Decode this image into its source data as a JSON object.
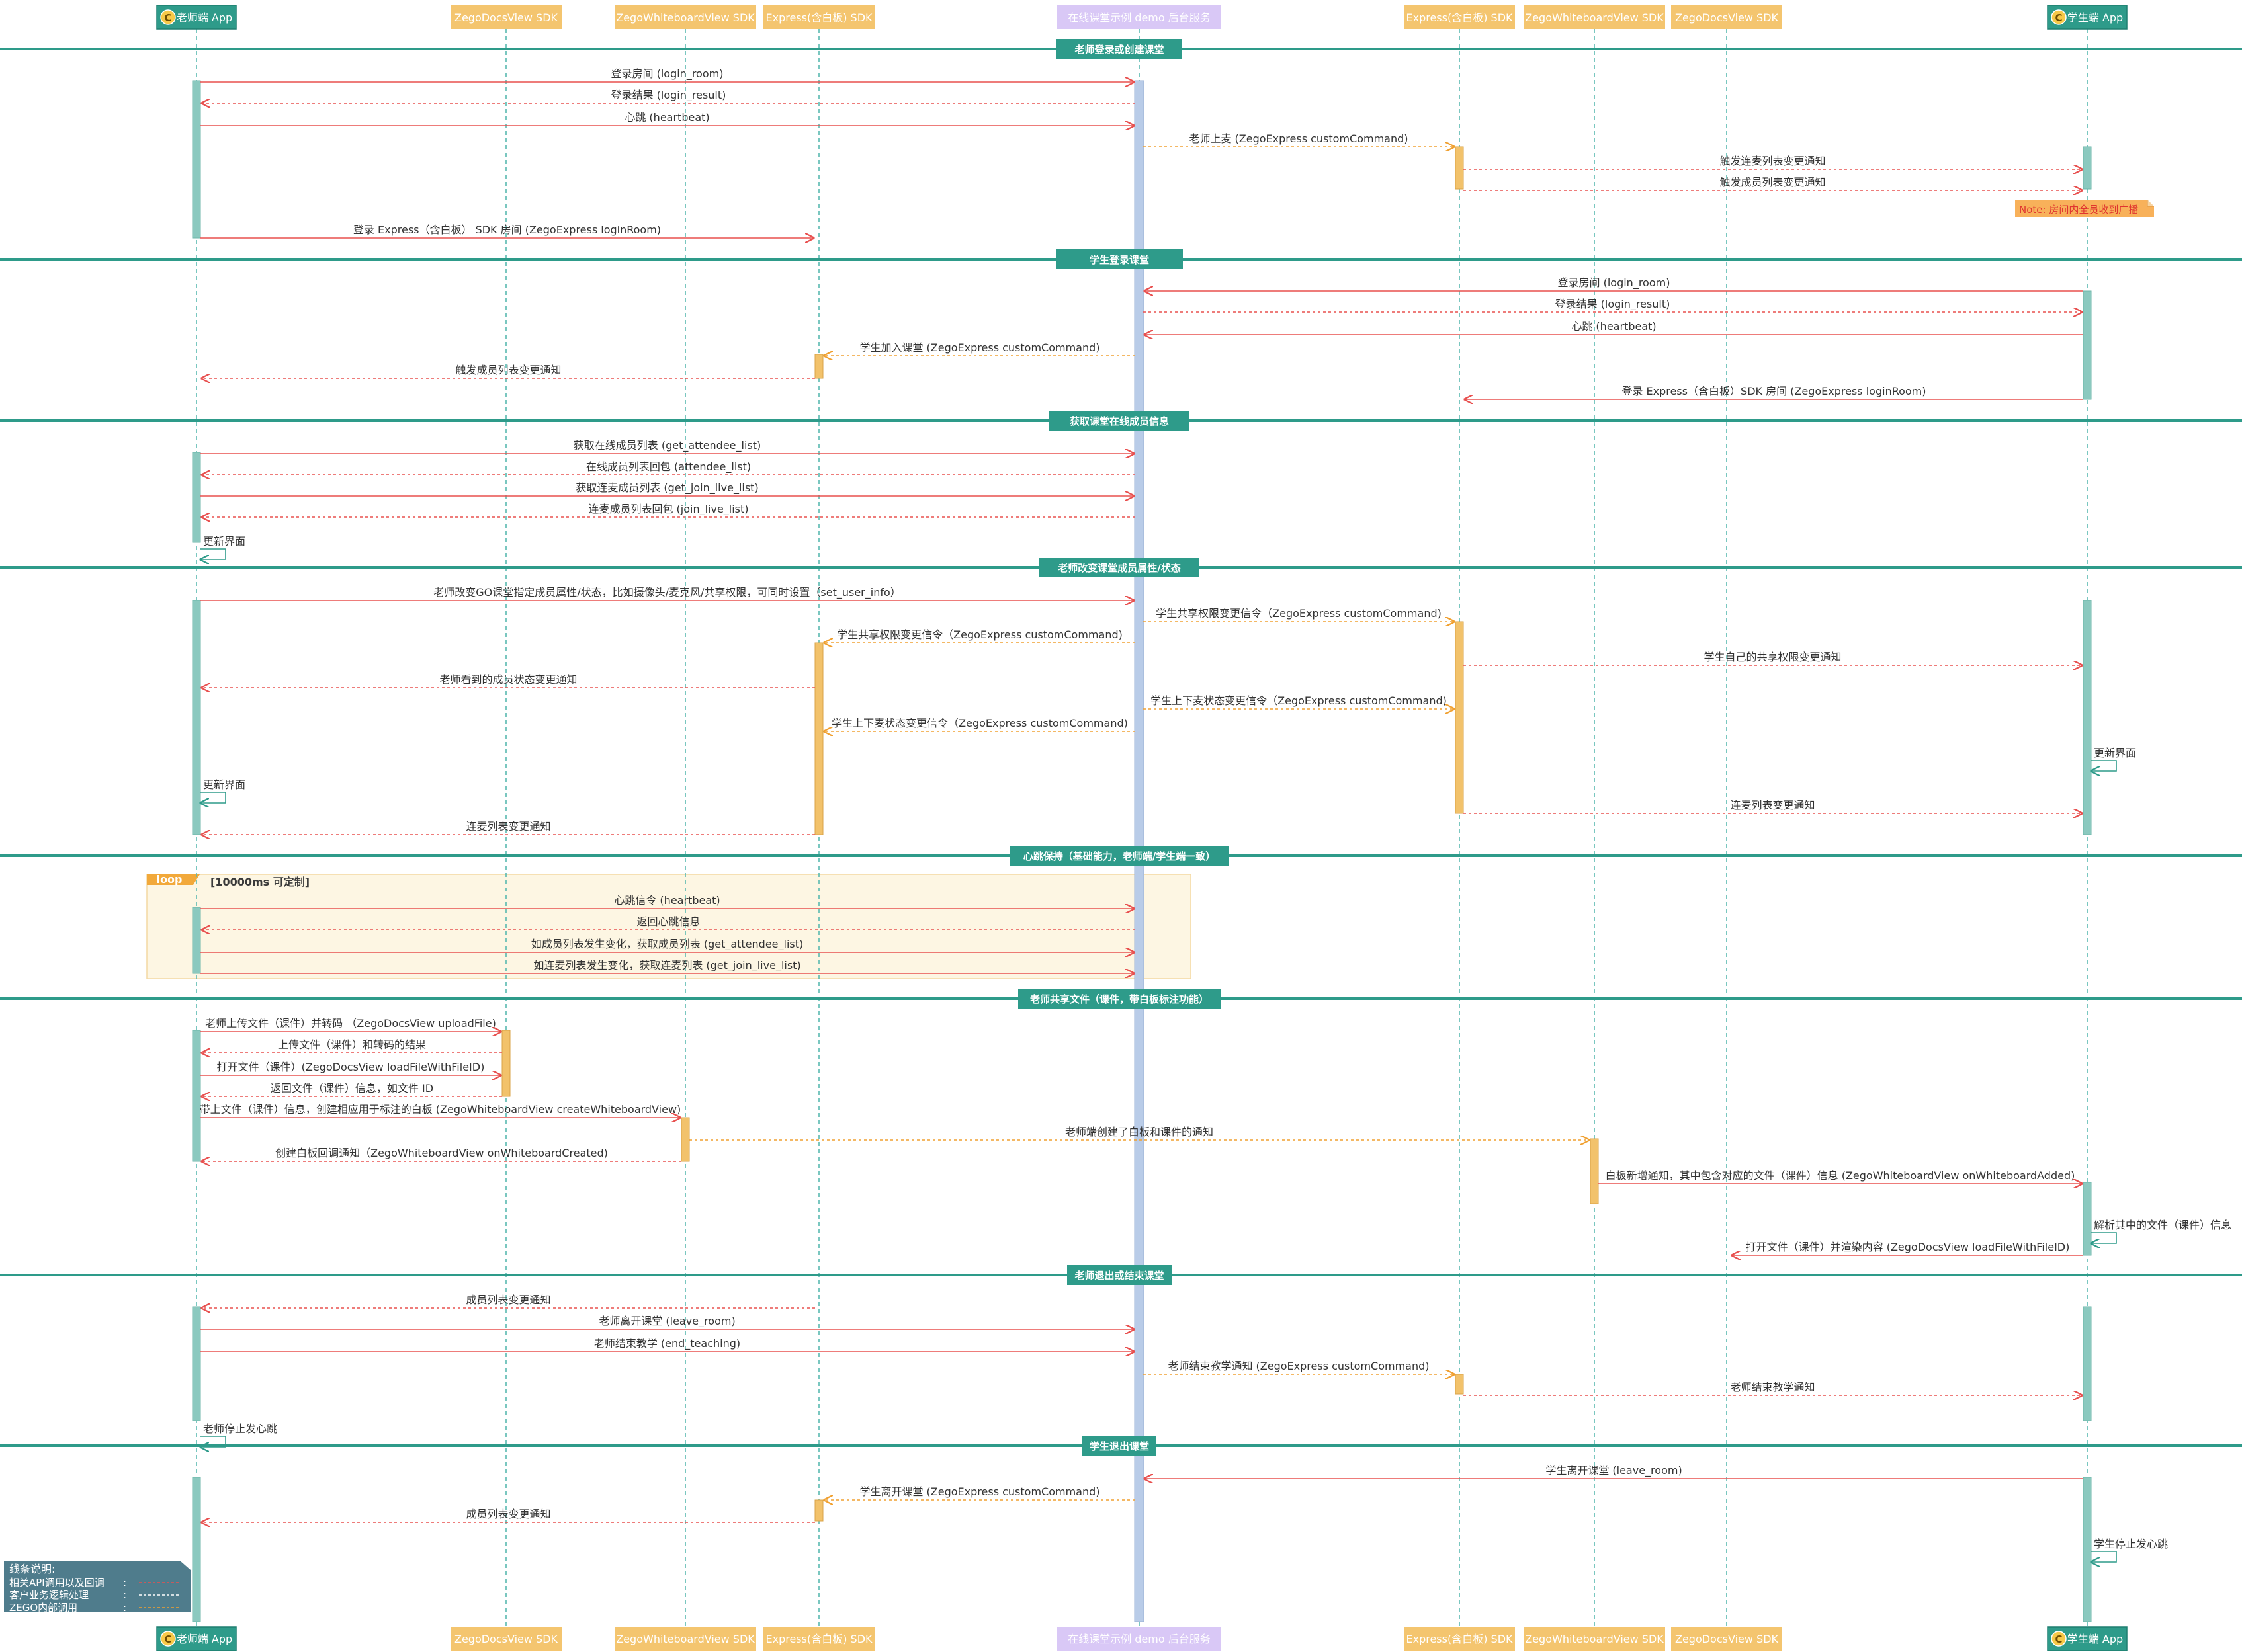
{
  "colors": {
    "teal": "#2e9b8a",
    "teal_bar": "#8bc9bf",
    "orange": "#f4c56f",
    "orange_bar": "#f2c26b",
    "lavender": "#d9c8f6",
    "server_bar": "#b9cce8",
    "red_line": "#e8504f",
    "orange_line": "#f0a030",
    "lifeline": "#59b9b0",
    "note_bg": "#f8b15a",
    "note_text": "#e0342f",
    "loop_bg": "#fdf6e3",
    "loop_tag": "#f2a93b",
    "legend_bg": "#4f7c8c",
    "text": "#333333",
    "white": "#ffffff"
  },
  "participants": [
    {
      "id": "teacher",
      "label": "老师端 App",
      "icon": "c-logo-icon",
      "style": "teal"
    },
    {
      "id": "docs_l",
      "label": "ZegoDocsView SDK",
      "style": "orange"
    },
    {
      "id": "wb_l",
      "label": "ZegoWhiteboardView SDK",
      "style": "orange"
    },
    {
      "id": "exp_l",
      "label": "Express(含白板) SDK",
      "style": "orange"
    },
    {
      "id": "server",
      "label": "在线课堂示例 demo 后台服务",
      "style": "lavender"
    },
    {
      "id": "exp_r",
      "label": "Express(含白板) SDK",
      "style": "orange"
    },
    {
      "id": "wb_r",
      "label": "ZegoWhiteboardView SDK",
      "style": "orange"
    },
    {
      "id": "docs_r",
      "label": "ZegoDocsView SDK",
      "style": "orange"
    },
    {
      "id": "student",
      "label": "学生端 App",
      "icon": "c-logo-icon",
      "style": "teal"
    }
  ],
  "sections": [
    {
      "label": "老师登录或创建课堂"
    },
    {
      "label": "学生登录课堂"
    },
    {
      "label": "获取课堂在线成员信息"
    },
    {
      "label": "老师改变课堂成员属性/状态"
    },
    {
      "label": "心跳保持（基础能力，老师端/学生端一致）"
    },
    {
      "label": "老师共享文件（课件，带白板标注功能）"
    },
    {
      "label": "老师退出或结束课堂"
    },
    {
      "label": "学生退出课堂"
    }
  ],
  "loop": {
    "tag": "loop",
    "condition": "[10000ms 可定制]"
  },
  "note": {
    "text": "Note: 房间内全员收到广播"
  },
  "messages": [
    {
      "text": "登录房间 (login_room)"
    },
    {
      "text": "登录结果 (login_result)"
    },
    {
      "text": "心跳 (heartbeat)"
    },
    {
      "text": "老师上麦 (ZegoExpress customCommand)"
    },
    {
      "text": "触发连麦列表变更通知"
    },
    {
      "text": "触发成员列表变更通知"
    },
    {
      "text": "登录 Express（含白板） SDK 房间 (ZegoExpress loginRoom)"
    },
    {
      "text": "登录房间 (login_room)"
    },
    {
      "text": "登录结果 (login_result)"
    },
    {
      "text": "心跳 (heartbeat)"
    },
    {
      "text": "学生加入课堂 (ZegoExpress customCommand)"
    },
    {
      "text": "触发成员列表变更通知"
    },
    {
      "text": "登录 Express（含白板）SDK 房间 (ZegoExpress loginRoom)"
    },
    {
      "text": "获取在线成员列表 (get_attendee_list)"
    },
    {
      "text": "在线成员列表回包 (attendee_list)"
    },
    {
      "text": "获取连麦成员列表 (get_join_live_list)"
    },
    {
      "text": "连麦成员列表回包 (join_live_list)"
    },
    {
      "text": "更新界面"
    },
    {
      "text": "老师改变GO课堂指定成员属性/状态，比如摄像头/麦克风/共享权限，可同时设置（set_user_info）"
    },
    {
      "text": "学生共享权限变更信令（ZegoExpress customCommand)"
    },
    {
      "text": "学生共享权限变更信令（ZegoExpress customCommand)"
    },
    {
      "text": "学生自己的共享权限变更通知"
    },
    {
      "text": "老师看到的成员状态变更通知"
    },
    {
      "text": "学生上下麦状态变更信令（ZegoExpress customCommand)"
    },
    {
      "text": "学生上下麦状态变更信令（ZegoExpress customCommand)"
    },
    {
      "text": "更新界面"
    },
    {
      "text": "更新界面"
    },
    {
      "text": "连麦列表变更通知"
    },
    {
      "text": "连麦列表变更通知"
    },
    {
      "text": "心跳信令 (heartbeat)"
    },
    {
      "text": "返回心跳信息"
    },
    {
      "text": "如成员列表发生变化，获取成员列表 (get_attendee_list)"
    },
    {
      "text": "如连麦列表发生变化，获取连麦列表 (get_join_live_list)"
    },
    {
      "text": "老师上传文件（课件）并转码 （ZegoDocsView uploadFile)"
    },
    {
      "text": "上传文件（课件）和转码的结果"
    },
    {
      "text": "打开文件（课件）(ZegoDocsView loadFileWithFileID)"
    },
    {
      "text": "返回文件（课件）信息，如文件 ID"
    },
    {
      "text": "带上文件（课件）信息，创建相应用于标注的白板 (ZegoWhiteboardView createWhiteboardView)"
    },
    {
      "text": "老师端创建了白板和课件的通知"
    },
    {
      "text": "创建白板回调通知（ZegoWhiteboardView onWhiteboardCreated)"
    },
    {
      "text": "白板新增通知，其中包含对应的文件（课件）信息 (ZegoWhiteboardView onWhiteboardAdded)"
    },
    {
      "text": "解析其中的文件（课件）信息"
    },
    {
      "text": "打开文件（课件）并渲染内容 (ZegoDocsView loadFileWithFileID)"
    },
    {
      "text": "成员列表变更通知"
    },
    {
      "text": "老师离开课堂 (leave_room)"
    },
    {
      "text": "老师结束教学 (end_teaching)"
    },
    {
      "text": "老师结束教学通知 (ZegoExpress customCommand)"
    },
    {
      "text": "老师结束教学通知"
    },
    {
      "text": "老师停止发心跳"
    },
    {
      "text": "学生离开课堂 (leave_room)"
    },
    {
      "text": "学生离开课堂 (ZegoExpress customCommand)"
    },
    {
      "text": "成员列表变更通知"
    },
    {
      "text": "学生停止发心跳"
    }
  ],
  "legend": {
    "title": "线条说明:",
    "rows": [
      {
        "label": "相关API调用以及回调",
        "sep": ":"
      },
      {
        "label": "客户业务逻辑处理",
        "sep": ":"
      },
      {
        "label": "ZEGO内部调用",
        "sep": ":"
      }
    ]
  }
}
